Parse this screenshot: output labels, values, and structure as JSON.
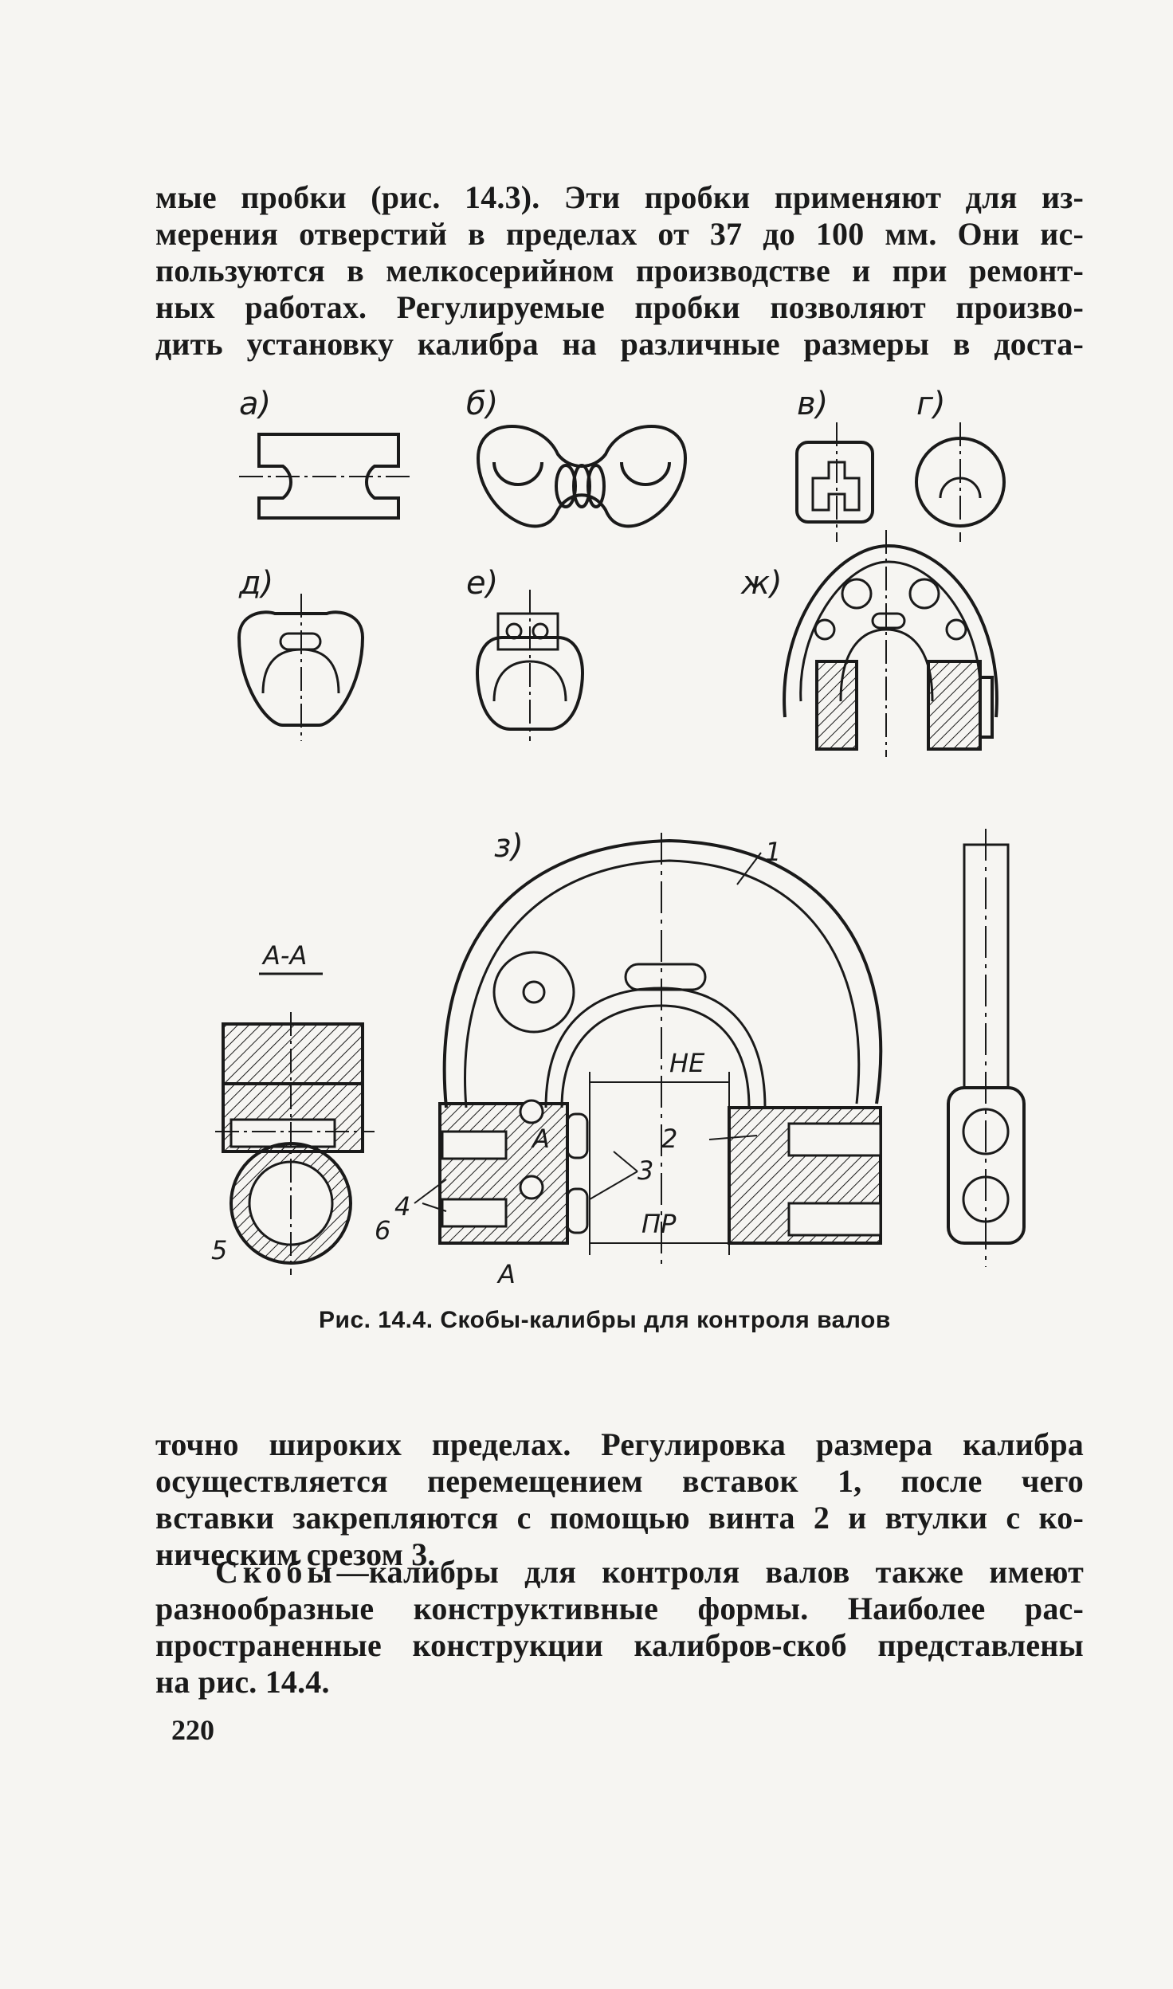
{
  "text_top": {
    "lines": [
      "мые пробки (рис. 14.3). Эти пробки применяют для из-",
      "мерения отверстий в пределах от 37 до 100 мм. Они ис-",
      "пользуются в мелкосерийном производстве и при ремонт-",
      "ных работах. Регулируемые пробки позволяют произво-",
      "дить установку калибра на различные размеры в доста-"
    ]
  },
  "figure": {
    "labels": {
      "a": "а)",
      "b": "б)",
      "v": "в)",
      "g": "г)",
      "d": "д)",
      "e": "е)",
      "zh": "ж)",
      "z": "з)"
    },
    "section": "А-А",
    "section_mark": "А",
    "dim_ne": "НЕ",
    "dim_pr": "ПР",
    "callouts": [
      "1",
      "2",
      "3",
      "4",
      "5",
      "6"
    ],
    "caption": "Рис. 14.4. Скобы-калибры для контроля валов"
  },
  "text_bottom": {
    "lines": [
      "точно широких пределах. Регулировка размера калибра",
      "осуществляется перемещением вставок 1, после чего",
      "вставки закрепляются с помощью винта 2 и втулки с ко-",
      "ническим срезом 3."
    ],
    "para2_spaced": "Скобы",
    "para2_lines": [
      "—калибры для контроля валов также имеют",
      "разнообразные конструктивные формы. Наиболее рас-",
      "пространенные конструкции калибров-скоб представлены",
      "на рис. 14.4."
    ]
  },
  "page_number": "220"
}
